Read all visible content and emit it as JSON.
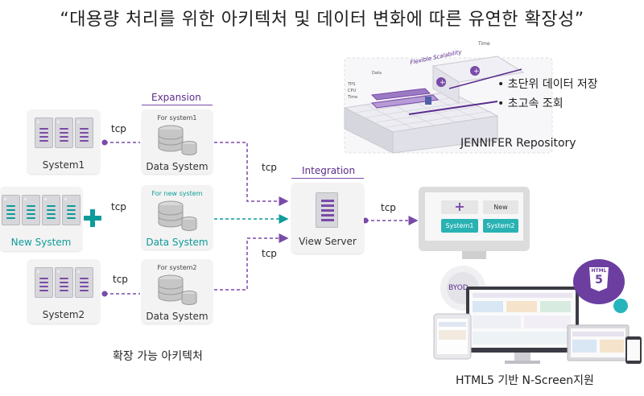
{
  "title": "“대용량 처리를 위한 아키텍처 및 데이터 변화에 따른 유연한 확장성”",
  "colors": {
    "purple": "#7a4aa8",
    "teal": "#0e9b9a",
    "dark_purple": "#5b2c8c",
    "card_bg": "#f3f3f3"
  },
  "systems": {
    "system1": "System1",
    "new_system": "New System",
    "system2": "System2"
  },
  "expansion": {
    "label": "Expansion"
  },
  "integration": {
    "label": "Integration"
  },
  "data_systems": {
    "ds1": {
      "small": "For system1",
      "label": "Data System"
    },
    "ds_new": {
      "small": "For new system",
      "label": "Data System"
    },
    "ds2": {
      "small": "For system2",
      "label": "Data System"
    }
  },
  "view_server": {
    "label": "View Server"
  },
  "tcp": {
    "t1": "tcp",
    "t_new": "tcp",
    "t2": "tcp",
    "t_ds1_view": "tcp",
    "t_ds2_view": "tcp",
    "t_view_monitor": "tcp"
  },
  "repository": {
    "bullets": [
      "초단위 데이터 저장",
      "초고속 조회"
    ],
    "caption": "JENNIFER Repository",
    "graphic_text": {
      "flex": "Flexible Scalability",
      "time": "Time",
      "data": "Data",
      "tps": "TPS",
      "cpu": "CPU",
      "time_axis": "Time"
    }
  },
  "monitor": {
    "plus_label": "+",
    "new_label": "New",
    "btn1": "System1",
    "btn2": "System2"
  },
  "caption_scalable": "확장 가능 아키텍처",
  "html5": {
    "caption": "HTML5 기반 N-Screen지원",
    "badge": "HTML",
    "badge_number": "5",
    "byod": "BYOD"
  }
}
